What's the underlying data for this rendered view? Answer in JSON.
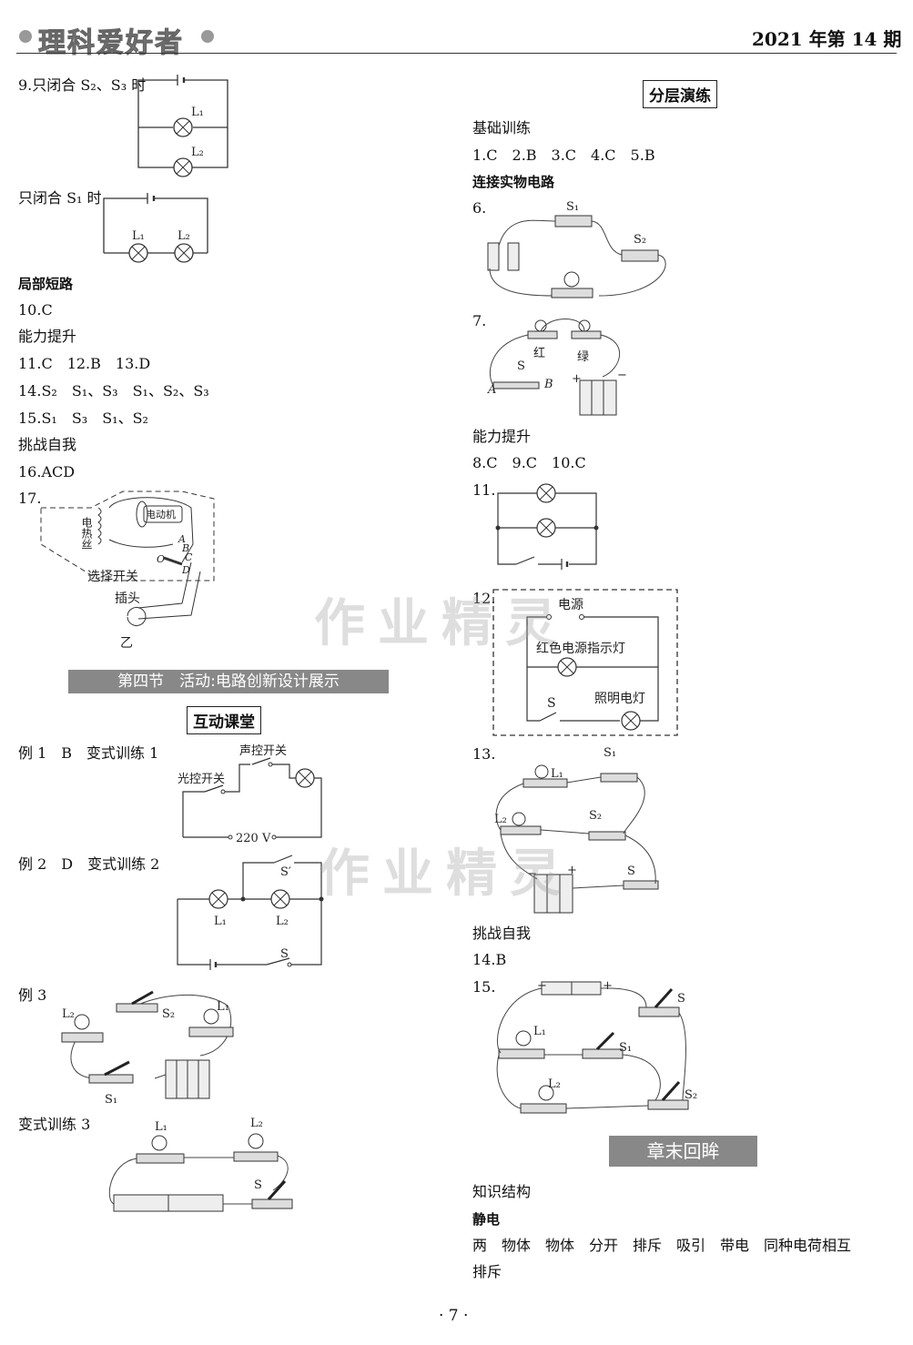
{
  "header": {
    "logo_text": "理科爱好者",
    "issue": "2021 年第 14 期"
  },
  "left": {
    "q9_a": "9.只闭合 S₂、S₃ 时",
    "q9_b": "只闭合 S₁ 时",
    "sec_local_short": "局部短路",
    "a10": "10.C",
    "sec_ability": "能力提升",
    "a11_13": "11.C　12.B　13.D",
    "a14": "14.S₂　S₁、S₃　S₁、S₂、S₃",
    "a15": "15.S₁　S₃　S₁、S₂",
    "sec_challenge": "挑战自我",
    "a16": "16.ACD",
    "a17": "17.",
    "fig17": {
      "heater": "电热丝",
      "motor": "电动机",
      "switch": "选择开关",
      "plug": "插头",
      "caption": "乙",
      "points": [
        "A",
        "B",
        "C",
        "D",
        "O"
      ]
    },
    "banner": "第四节　活动:电路创新设计展示",
    "box_interactive": "互动课堂",
    "ex1": "例 1　B　变式训练 1",
    "ex1_fig": {
      "sound_switch": "声控开关",
      "light_switch": "光控开关",
      "voltage": "220 V"
    },
    "ex2": "例 2　D　变式训练 2",
    "ex2_fig": {
      "s_prime": "S′",
      "s": "S",
      "l1": "L₁",
      "l2": "L₂"
    },
    "ex3": "例 3",
    "ex3_fig": {
      "l1": "L₁",
      "l2": "L₂",
      "s1": "S₁",
      "s2": "S₂"
    },
    "var3": "变式训练 3",
    "var3_fig": {
      "l1": "L₁",
      "l2": "L₂",
      "s": "S"
    }
  },
  "right": {
    "box_layered": "分层演练",
    "sec_basic": "基础训练",
    "a1_5": "1.C　2.B　3.C　4.C　5.B",
    "sec_connect": "连接实物电路",
    "a6": "6.",
    "fig6": {
      "s1": "S₁",
      "s2": "S₂"
    },
    "a7": "7.",
    "fig7": {
      "red": "红",
      "green": "绿",
      "s": "S",
      "a": "A",
      "b": "B"
    },
    "sec_ability": "能力提升",
    "a8_10": "8.C　9.C　10.C",
    "a11": "11.",
    "a12": "12.",
    "fig12": {
      "power": "电源",
      "indicator": "红色电源指示灯",
      "s": "S",
      "lamp": "照明电灯"
    },
    "a13": "13.",
    "fig13": {
      "l1": "L₁",
      "l2": "L₂",
      "s": "S",
      "s1": "S₁",
      "s2": "S₂"
    },
    "sec_challenge": "挑战自我",
    "a14": "14.B",
    "a15": "15.",
    "fig15": {
      "l1": "L₁",
      "l2": "L₂",
      "s": "S",
      "s1": "S₁",
      "s2": "S₂"
    },
    "banner": "章末回眸",
    "sec_knowledge": "知识结构",
    "sec_static": "静电",
    "static_line1": "两　物体　物体　分开　排斥　吸引　带电　同种电荷相互",
    "static_line2": "排斥"
  },
  "watermark": {
    "text": "作业精灵"
  },
  "footer": {
    "page": "· 7 ·"
  }
}
